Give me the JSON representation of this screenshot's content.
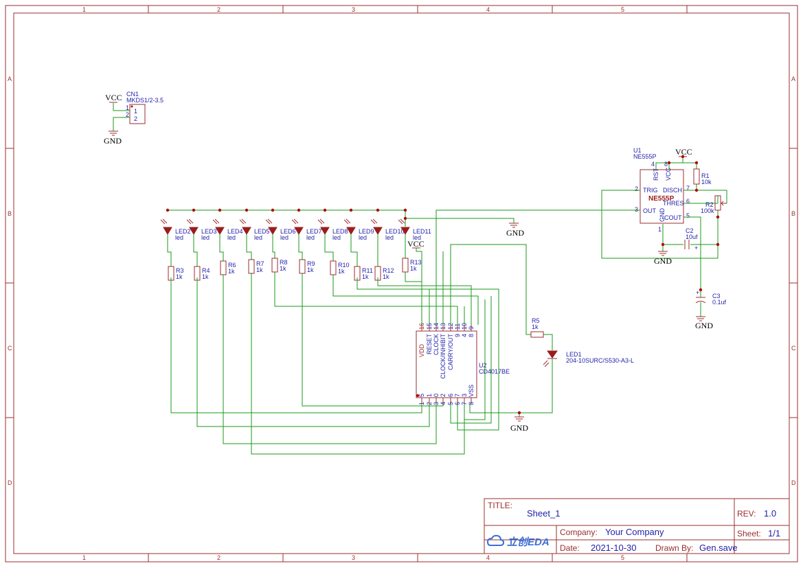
{
  "ruler": {
    "cols": [
      "1",
      "2",
      "3",
      "4",
      "5"
    ],
    "rows": [
      "A",
      "B",
      "C",
      "D"
    ]
  },
  "title_block": {
    "title_label": "TITLE:",
    "title": "Sheet_1",
    "rev_label": "REV:",
    "rev": "1.0",
    "logo": "立创EDA",
    "company_label": "Company:",
    "company": "Your Company",
    "sheet_label": "Sheet:",
    "sheet": "1/1",
    "date_label": "Date:",
    "date": "2021-10-30",
    "drawn_label": "Drawn By:",
    "drawn": "Gen.save"
  },
  "power": {
    "vcc": "VCC",
    "gnd": "GND"
  },
  "cn1": {
    "ref": "CN1",
    "value": "MKDS1/2-3.5",
    "pin1": "1",
    "pin2": "2"
  },
  "u1": {
    "ref": "U1",
    "value": "NE555P",
    "name": "NE555P",
    "pins": {
      "rst": "RST",
      "vcc": "VCC",
      "trig": "TRIG",
      "disch": "DISCH",
      "thres": "THRES",
      "out": "OUT",
      "cout": "COUT",
      "gnd": "GND"
    },
    "pin_nums": {
      "rst": "4",
      "vcc": "8",
      "trig": "2",
      "disch": "7",
      "thres": "6",
      "out": "3",
      "cout": "5",
      "gnd": "1"
    }
  },
  "r1": {
    "ref": "R1",
    "value": "10k"
  },
  "r2": {
    "ref": "R2",
    "value": "100k"
  },
  "c2": {
    "ref": "C2",
    "value": "10uf",
    "plus": "+"
  },
  "c3": {
    "ref": "C3",
    "value": "0.1uf",
    "plus": "+"
  },
  "r5": {
    "ref": "R5",
    "value": "1k"
  },
  "led1": {
    "ref": "LED1",
    "value": "204-10SURC/S530-A3-L"
  },
  "leds": [
    {
      "ref": "LED2",
      "value": "led"
    },
    {
      "ref": "LED3",
      "value": "led"
    },
    {
      "ref": "LED4",
      "value": "led"
    },
    {
      "ref": "LED5",
      "value": "led"
    },
    {
      "ref": "LED6",
      "value": "led"
    },
    {
      "ref": "LED7",
      "value": "led"
    },
    {
      "ref": "LED8",
      "value": "led"
    },
    {
      "ref": "LED9",
      "value": "led"
    },
    {
      "ref": "LED10",
      "value": "led"
    },
    {
      "ref": "LED11",
      "value": "led"
    }
  ],
  "resistors": [
    {
      "ref": "R3",
      "value": "1k"
    },
    {
      "ref": "R4",
      "value": "1k"
    },
    {
      "ref": "R6",
      "value": "1k"
    },
    {
      "ref": "R7",
      "value": "1k"
    },
    {
      "ref": "R8",
      "value": "1k"
    },
    {
      "ref": "R9",
      "value": "1k"
    },
    {
      "ref": "R10",
      "value": "1k"
    },
    {
      "ref": "R11",
      "value": "1k"
    },
    {
      "ref": "R12",
      "value": "1k"
    },
    {
      "ref": "R13",
      "value": "1k"
    }
  ],
  "u2": {
    "ref": "U2",
    "value": "CD4017BE",
    "top_pins": [
      {
        "num": "16",
        "name": "VDD"
      },
      {
        "num": "15",
        "name": "RESET"
      },
      {
        "num": "14",
        "name": "CLOCK"
      },
      {
        "num": "13",
        "name": "CLOCK/INHIBIT"
      },
      {
        "num": "12",
        "name": "CARRY/OUT"
      },
      {
        "num": "11",
        "name": "9"
      },
      {
        "num": "10",
        "name": "4"
      },
      {
        "num": "9",
        "name": "8"
      }
    ],
    "bottom_pins": [
      {
        "num": "1",
        "name": "5"
      },
      {
        "num": "2",
        "name": "1"
      },
      {
        "num": "3",
        "name": "0"
      },
      {
        "num": "4",
        "name": "2"
      },
      {
        "num": "5",
        "name": "6"
      },
      {
        "num": "6",
        "name": "7"
      },
      {
        "num": "7",
        "name": "3"
      },
      {
        "num": "8",
        "name": "VSS"
      }
    ]
  }
}
